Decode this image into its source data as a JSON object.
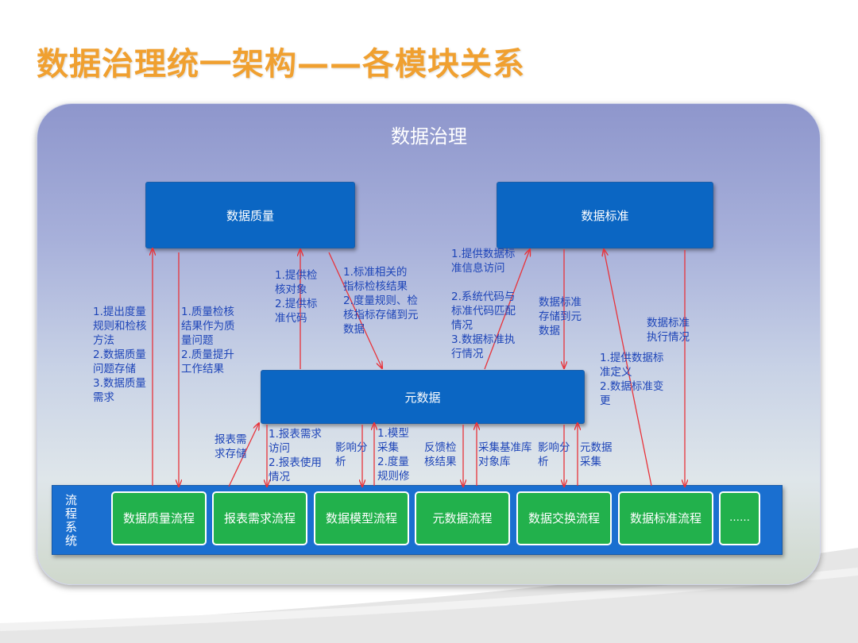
{
  "title": "数据治理统一架构——各模块关系",
  "panel_title": "数据治理",
  "boxes": {
    "quality": "数据质量",
    "standard": "数据标准",
    "metadata": "元数据"
  },
  "process": {
    "label": "流程系统",
    "items": [
      "数据质量流程",
      "报表需求流程",
      "数据模型流程",
      "元数据流程",
      "数据交换流程",
      "数据标准流程",
      "……"
    ]
  },
  "labels": {
    "l1": "1.提出度量\n规则和检核\n方法\n2.数据质量\n问题存储\n3.数据质量\n需求",
    "l2": "1.质量检核\n结果作为质\n量问题\n2.质量提升\n工作结果",
    "l3": "1.提供检\n核对象\n2.提供标\n准代码",
    "l4": "1.标准相关的\n指标检核结果\n2.度量规则、检\n核指标存储到元\n数据",
    "l5": "1.提供数据标\n准信息访问\n\n2.系统代码与\n标准代码匹配\n情况\n3.数据标准执\n行情况",
    "l6": "数据标准\n存储到元\n数据",
    "l7": "数据标准\n执行情况",
    "l8": "1.提供数据标\n准定义\n2.数据标准变\n更",
    "l9": "报表需\n求存储",
    "l10": "1.报表需求\n访问\n2.报表使用\n情况",
    "l11": "影响分\n析",
    "l12": "1.模型\n采集\n2.度量\n规则修\n改",
    "l13": "反馈检\n核结果",
    "l14": "采集基准库\n对象库",
    "l15": "影响分\n析",
    "l16": "元数据\n采集"
  },
  "colors": {
    "title": "#f0a030",
    "box_blue": "#0b66c3",
    "process_green": "#22b14c",
    "arrow_red": "#e8333a",
    "label_blue": "#1e45b8"
  }
}
